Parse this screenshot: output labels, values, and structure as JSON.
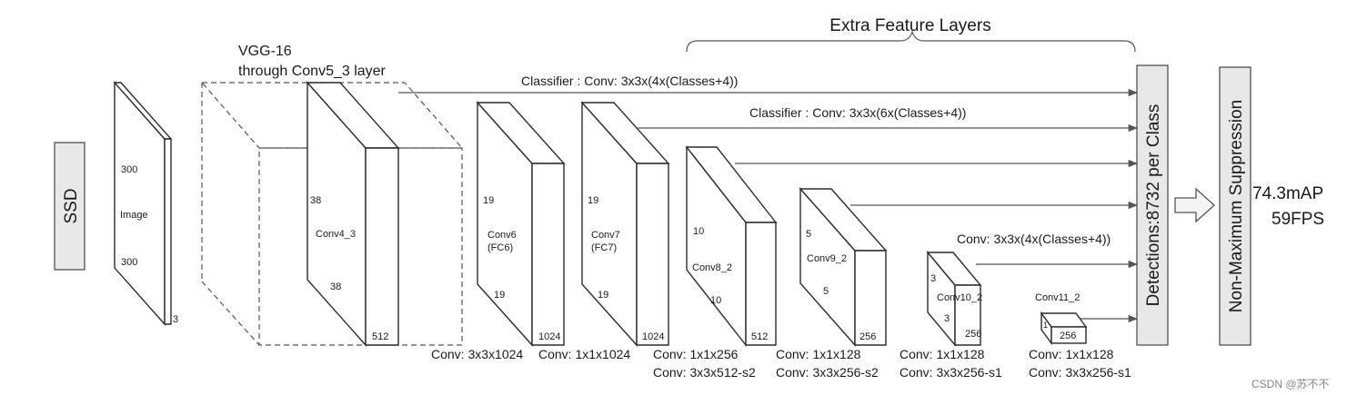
{
  "side_label": "SSD",
  "vgg": {
    "line1": "VGG-16",
    "line2": "through Conv5_3 layer"
  },
  "extra_title": "Extra Feature Layers",
  "classifier_labels": [
    "Classifier : Conv: 3x3x(4x(Classes+4))",
    "Classifier : Conv: 3x3x(6x(Classes+4))",
    "Conv: 3x3x(4x(Classes+4))"
  ],
  "image_block": {
    "top": "300",
    "name": "Image",
    "bottom": "300",
    "depth": "3"
  },
  "conv4": {
    "side": "38",
    "name": "Conv4_3",
    "bottom": "38",
    "depth": "512"
  },
  "conv6": {
    "side": "19",
    "name1": "Conv6",
    "name2": "(FC6)",
    "bottom": "19",
    "depth": "1024",
    "op": "Conv: 3x3x1024"
  },
  "conv7": {
    "side": "19",
    "name1": "Conv7",
    "name2": "(FC7)",
    "bottom": "19",
    "depth": "1024",
    "op": "Conv: 1x1x1024"
  },
  "conv8": {
    "side": "10",
    "name": "Conv8_2",
    "bottom": "10",
    "depth": "512",
    "op1": "Conv: 1x1x256",
    "op2": "Conv:  3x3x512-s2"
  },
  "conv9": {
    "side": "5",
    "name": "Conv9_2",
    "bottom": "5",
    "depth": "256",
    "op1": "Conv: 1x1x128",
    "op2": "Conv: 3x3x256-s2"
  },
  "conv10": {
    "side": "3",
    "name": "Conv10_2",
    "bottom": "3",
    "depth": "256",
    "op1": "Conv: 1x1x128",
    "op2": "Conv: 3x3x256-s1"
  },
  "conv11": {
    "name": "Conv11_2",
    "side": "1",
    "depth": "256",
    "op1": "Conv: 1x1x128",
    "op2": "Conv: 3x3x256-s1"
  },
  "detections": "Detections:8732  per Class",
  "nms": "Non-Maximum Suppression",
  "result": {
    "map": "74.3mAP",
    "fps": "59FPS"
  },
  "watermark": "CSDN @苏不不"
}
